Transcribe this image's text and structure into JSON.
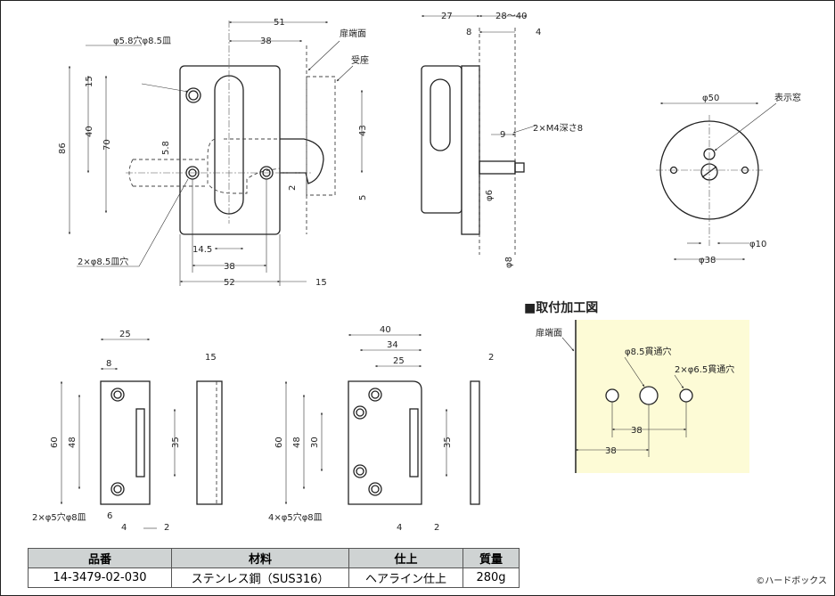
{
  "front_view": {
    "labels": [
      "φ5.8穴φ8.5皿",
      "扉端面",
      "受座",
      "2×φ8.5皿穴"
    ],
    "dims": [
      "51",
      "38",
      "86",
      "15",
      "40",
      "70",
      "5.8",
      "43",
      "2",
      "5",
      "14.5",
      "38",
      "52",
      "15"
    ]
  },
  "side_view": {
    "labels": [
      "2×M4深さ8"
    ],
    "dims": [
      "27",
      "28〜40",
      "8",
      "4",
      "9",
      "φ6",
      "φ8"
    ]
  },
  "round_view": {
    "labels": [
      "表示窓"
    ],
    "dims": [
      "φ50",
      "φ10",
      "φ38"
    ]
  },
  "strike_small": {
    "labels": [
      "2×φ5穴φ8皿"
    ],
    "dims": [
      "25",
      "8",
      "60",
      "48",
      "35",
      "15",
      "6",
      "4",
      "2"
    ]
  },
  "strike_large": {
    "labels": [
      "4×φ5穴φ8皿"
    ],
    "dims": [
      "40",
      "34",
      "25",
      "60",
      "48",
      "30",
      "35",
      "2",
      "4",
      "2"
    ]
  },
  "mounting": {
    "title": "■取付加工図",
    "labels": [
      "扉端面",
      "φ8.5貫通穴",
      "2×φ6.5貫通穴"
    ],
    "dims": [
      "38",
      "38"
    ],
    "background": "#fdfbd6"
  },
  "spec_table": {
    "headers": [
      "品番",
      "材料",
      "仕上",
      "質量"
    ],
    "row": [
      "14-3479-02-030",
      "ステンレス鋼（SUS316）",
      "ヘアライン仕上",
      "280g"
    ]
  },
  "copyright": "©ハードボックス"
}
